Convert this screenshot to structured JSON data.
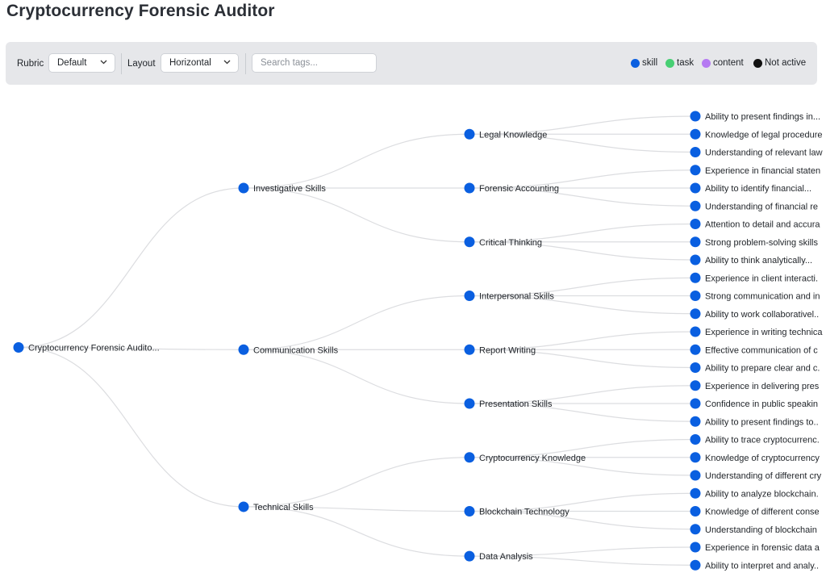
{
  "page": {
    "title": "Cryptocurrency Forensic Auditor"
  },
  "toolbar": {
    "rubric_label": "Rubric",
    "rubric_value": "Default",
    "layout_label": "Layout",
    "layout_value": "Horizontal",
    "search_placeholder": "Search tags...",
    "legend": [
      {
        "label": "skill",
        "color": "#0a5fe0"
      },
      {
        "label": "task",
        "color": "#47cf73"
      },
      {
        "label": "content",
        "color": "#b57af2"
      },
      {
        "label": "Not active",
        "color": "#111111"
      }
    ]
  },
  "tree": {
    "node_color": "#0a5fe0",
    "link_color": "#dcdde0",
    "root": {
      "label": "Cryptocurrency Forensic Audito...",
      "children": [
        {
          "label": "Investigative Skills",
          "children": [
            {
              "label": "Legal Knowledge",
              "children": [
                {
                  "label": "Ability to present findings in..."
                },
                {
                  "label": "Knowledge of legal procedure"
                },
                {
                  "label": "Understanding of relevant law"
                }
              ]
            },
            {
              "label": "Forensic Accounting",
              "children": [
                {
                  "label": "Experience in financial staten"
                },
                {
                  "label": "Ability to identify financial..."
                },
                {
                  "label": "Understanding of financial re"
                }
              ]
            },
            {
              "label": "Critical Thinking",
              "children": [
                {
                  "label": "Attention to detail and accura"
                },
                {
                  "label": "Strong problem-solving skills"
                },
                {
                  "label": "Ability to think analytically..."
                }
              ]
            }
          ]
        },
        {
          "label": "Communication Skills",
          "children": [
            {
              "label": "Interpersonal Skills",
              "children": [
                {
                  "label": "Experience in client interacti."
                },
                {
                  "label": "Strong communication and in"
                },
                {
                  "label": "Ability to work collaborativel.."
                }
              ]
            },
            {
              "label": "Report Writing",
              "children": [
                {
                  "label": "Experience in writing technica"
                },
                {
                  "label": "Effective communication of c"
                },
                {
                  "label": "Ability to prepare clear and c."
                }
              ]
            },
            {
              "label": "Presentation Skills",
              "children": [
                {
                  "label": "Experience in delivering pres"
                },
                {
                  "label": "Confidence in public speakin"
                },
                {
                  "label": "Ability to present findings to.."
                }
              ]
            }
          ]
        },
        {
          "label": "Technical Skills",
          "children": [
            {
              "label": "Cryptocurrency Knowledge",
              "children": [
                {
                  "label": "Ability to trace cryptocurrenc."
                },
                {
                  "label": "Knowledge of cryptocurrency"
                },
                {
                  "label": "Understanding of different cry"
                }
              ]
            },
            {
              "label": "Blockchain Technology",
              "children": [
                {
                  "label": "Ability to analyze blockchain."
                },
                {
                  "label": "Knowledge of different conse"
                },
                {
                  "label": "Understanding of blockchain"
                }
              ]
            },
            {
              "label": "Data Analysis",
              "children": [
                {
                  "label": "Experience in forensic data a"
                },
                {
                  "label": "Ability to interpret and analy.."
                }
              ]
            }
          ]
        }
      ]
    }
  }
}
